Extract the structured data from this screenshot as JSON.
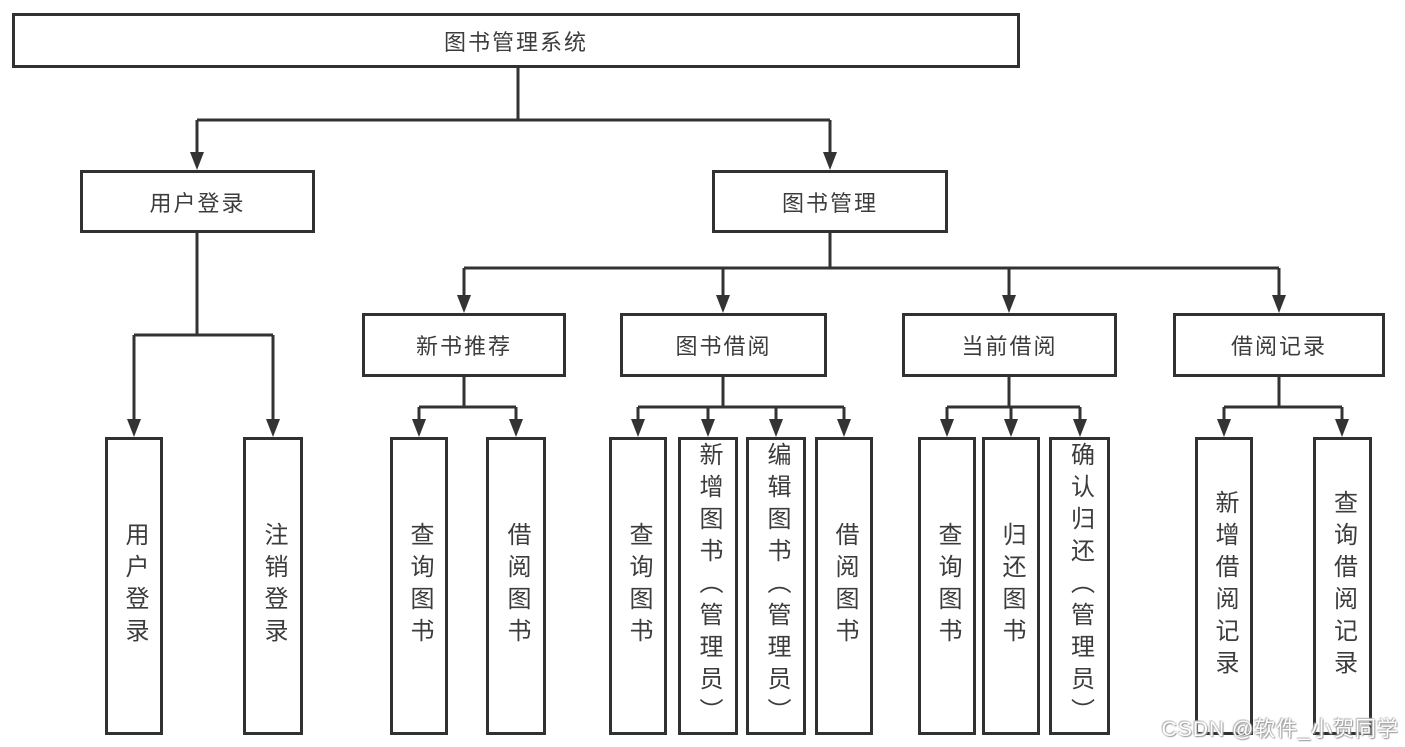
{
  "watermark": "CSDN @软件_小贺同学",
  "colors": {
    "line": "#333333",
    "border": "#313131",
    "text": "#3c3c3c",
    "background": "#ffffff"
  },
  "tree": {
    "label": "图书管理系统",
    "children": [
      {
        "label": "用户登录",
        "children": [
          {
            "label": "用户登录"
          },
          {
            "label": "注销登录"
          }
        ]
      },
      {
        "label": "图书管理",
        "children": [
          {
            "label": "新书推荐",
            "children": [
              {
                "label": "查询图书"
              },
              {
                "label": "借阅图书"
              }
            ]
          },
          {
            "label": "图书借阅",
            "children": [
              {
                "label": "查询图书"
              },
              {
                "label": "新增图书（管理员）"
              },
              {
                "label": "编辑图书（管理员）"
              },
              {
                "label": "借阅图书"
              }
            ]
          },
          {
            "label": "当前借阅",
            "children": [
              {
                "label": "查询图书"
              },
              {
                "label": "归还图书"
              },
              {
                "label": "确认归还（管理员）"
              }
            ]
          },
          {
            "label": "借阅记录",
            "children": [
              {
                "label": "新增借阅记录"
              },
              {
                "label": "查询借阅记录"
              }
            ]
          }
        ]
      }
    ]
  }
}
